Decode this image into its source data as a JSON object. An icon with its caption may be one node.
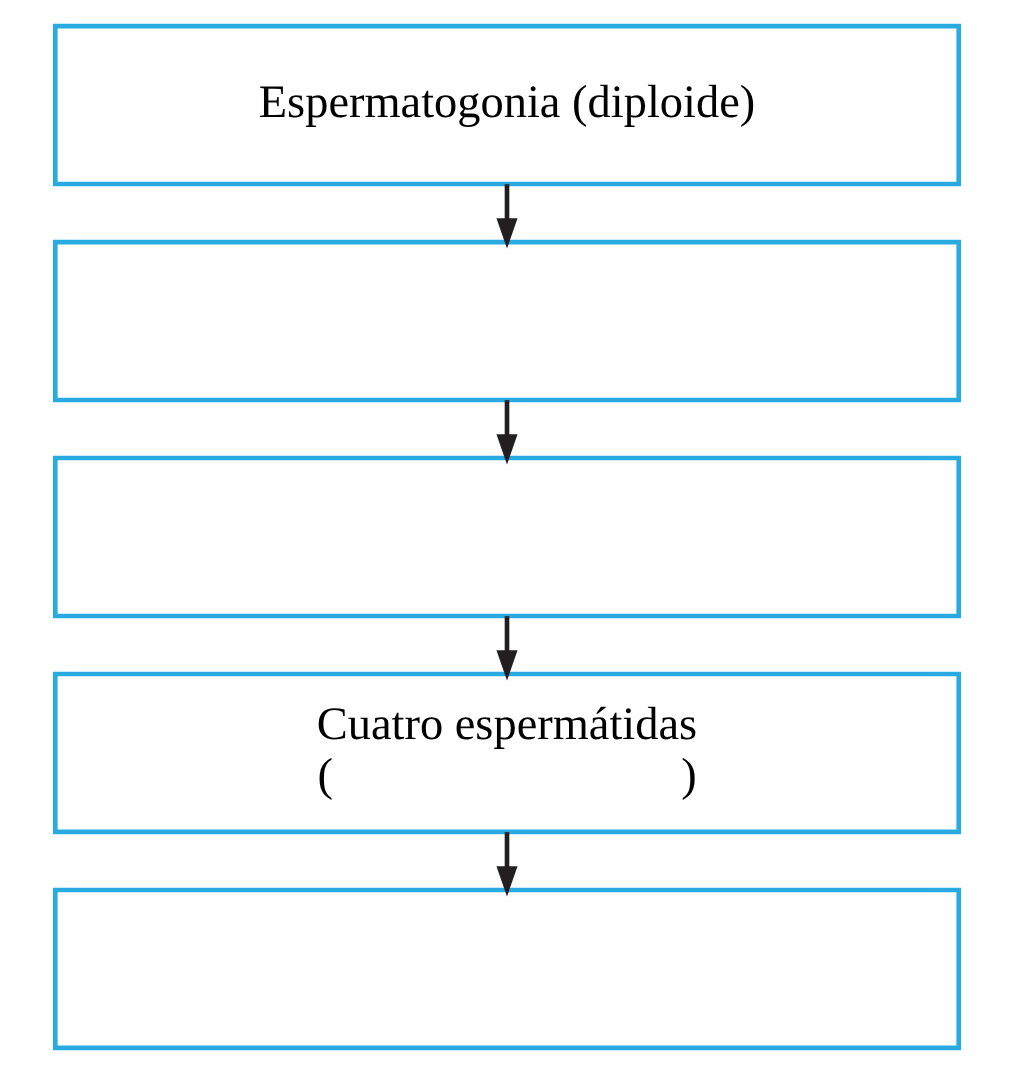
{
  "diagram": {
    "nodes": [
      {
        "text": [
          "Espermatogonia (diploide)"
        ]
      },
      {
        "text": [],
        "shape": "box"
      },
      {
        "text": [],
        "shape": "box"
      },
      {
        "text": [
          "Cuatro espermátidas",
          "(                              )"
        ]
      },
      {
        "text": [],
        "shape": "box"
      }
    ],
    "edges": [
      {
        "from": 0,
        "to": 1,
        "arrow": "to"
      },
      {
        "from": 1,
        "to": 2,
        "arrow": "to"
      },
      {
        "from": 2,
        "to": 3,
        "arrow": "to"
      },
      {
        "from": 3,
        "to": 4,
        "arrow": "to"
      }
    ]
  }
}
